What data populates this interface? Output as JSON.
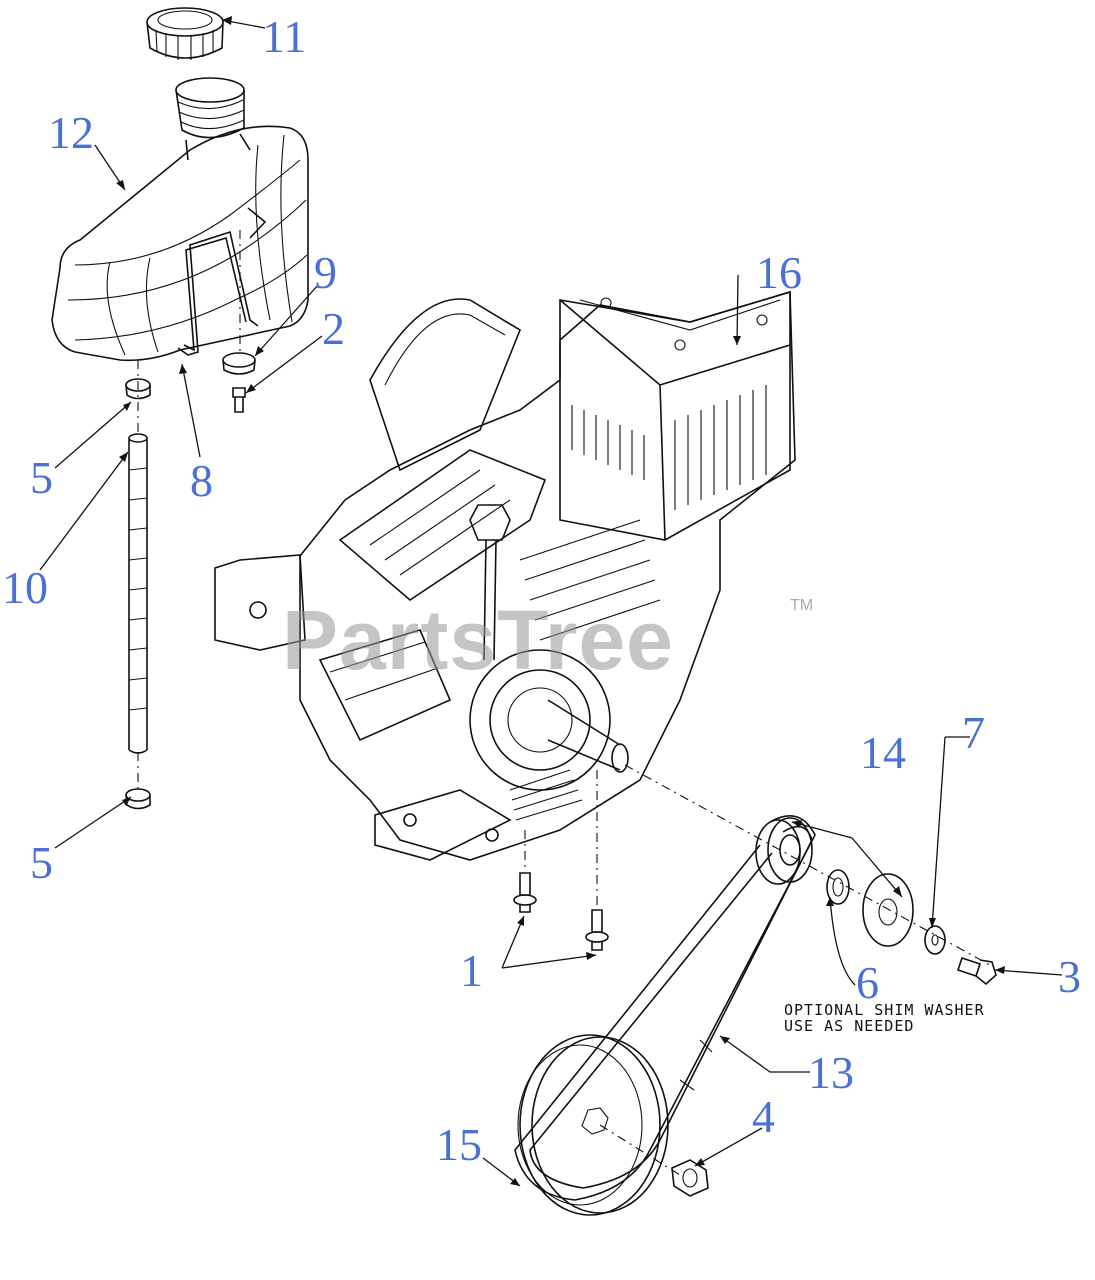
{
  "diagram": {
    "accent_color": "#4a6fd6",
    "parts": [
      {
        "id": "p1",
        "label": "1"
      },
      {
        "id": "p2",
        "label": "2"
      },
      {
        "id": "p3",
        "label": "3"
      },
      {
        "id": "p4",
        "label": "4"
      },
      {
        "id": "p5a",
        "label": "5"
      },
      {
        "id": "p5b",
        "label": "5"
      },
      {
        "id": "p6",
        "label": "6"
      },
      {
        "id": "p7",
        "label": "7"
      },
      {
        "id": "p8",
        "label": "8"
      },
      {
        "id": "p9",
        "label": "9"
      },
      {
        "id": "p10",
        "label": "10"
      },
      {
        "id": "p11",
        "label": "11"
      },
      {
        "id": "p12",
        "label": "12"
      },
      {
        "id": "p13",
        "label": "13"
      },
      {
        "id": "p14",
        "label": "14"
      },
      {
        "id": "p15",
        "label": "15"
      },
      {
        "id": "p16",
        "label": "16"
      }
    ],
    "note_line1": "OPTIONAL SHIM WASHER",
    "note_line2": "USE AS NEEDED",
    "watermark": "PartsTree",
    "trademark": "TM"
  }
}
